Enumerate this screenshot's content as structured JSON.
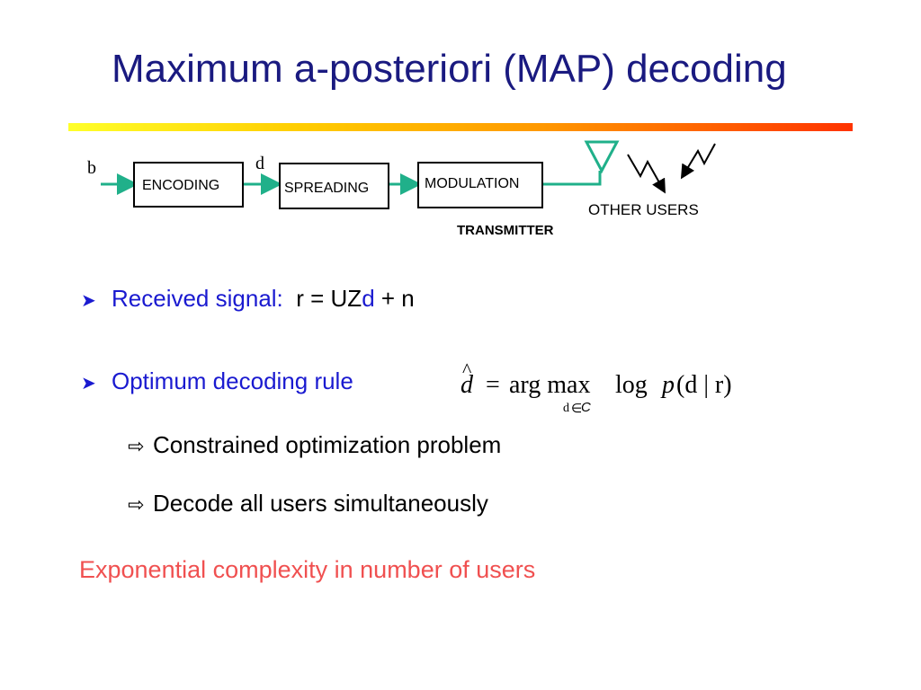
{
  "slide": {
    "title": "Maximum a-posteriori (MAP) decoding"
  },
  "diagram": {
    "input_label": "b",
    "mid_label": "d",
    "blocks": {
      "encoding": "ENCODING",
      "spreading": "SPREADING",
      "modulation": "MODULATION"
    },
    "other_users_label": "OTHER USERS",
    "transmitter_label": "TRANSMITTER"
  },
  "bullets": [
    {
      "label": "Received signal:",
      "equation": {
        "lhs": "r = UZ",
        "var": "d",
        "rhs": " + n"
      }
    },
    {
      "label": "Optimum decoding rule"
    }
  ],
  "formula": {
    "d_hat": "d",
    "hat": "^",
    "equals": "=",
    "argmax": "arg max",
    "log": "log",
    "p": "p",
    "paren": "(d | r)",
    "subscript_d": "d",
    "subscript_in": "∈",
    "subscript_set": "C"
  },
  "sub_bullets": [
    "Constrained optimization problem",
    "Decode all users simultaneously"
  ],
  "note": "Exponential complexity in number of users",
  "colors": {
    "title": "#1a1a80",
    "bullet_text": "#1a1ad0",
    "note": "#f05050",
    "arrow": "#20b08a"
  }
}
